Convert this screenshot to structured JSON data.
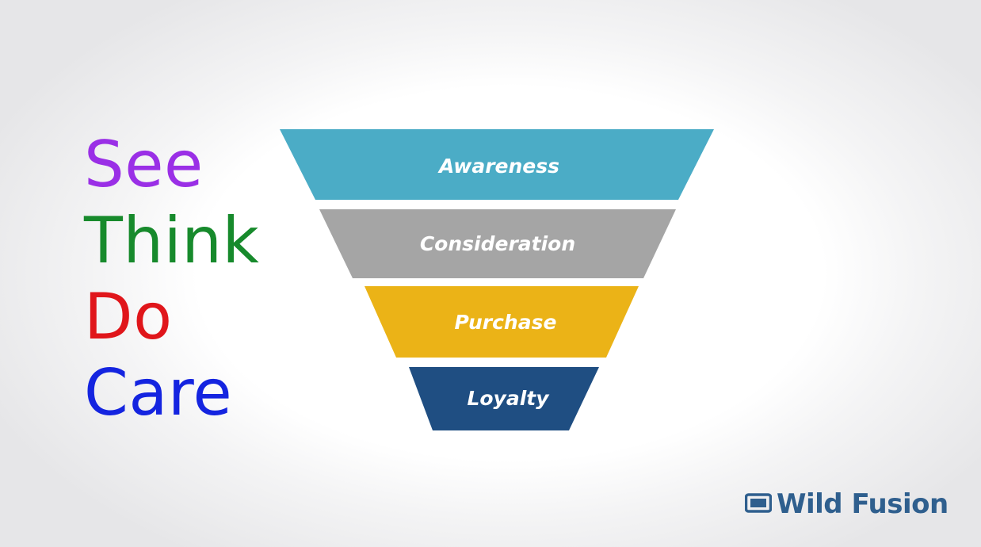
{
  "words": [
    {
      "text": "See",
      "color": "#9a2fe6"
    },
    {
      "text": "Think",
      "color": "#178a2c"
    },
    {
      "text": "Do",
      "color": "#e0161b"
    },
    {
      "text": "Care",
      "color": "#1424e0"
    }
  ],
  "funnel": {
    "stages": [
      {
        "label": "Awareness",
        "color": "#4bacc6"
      },
      {
        "label": "Consideration",
        "color": "#a5a5a5"
      },
      {
        "label": "Purchase",
        "color": "#ebb317"
      },
      {
        "label": "Loyalty",
        "color": "#1f4e82"
      }
    ]
  },
  "logo": {
    "text": "Wild Fusion",
    "color": "#2f5f8e"
  }
}
